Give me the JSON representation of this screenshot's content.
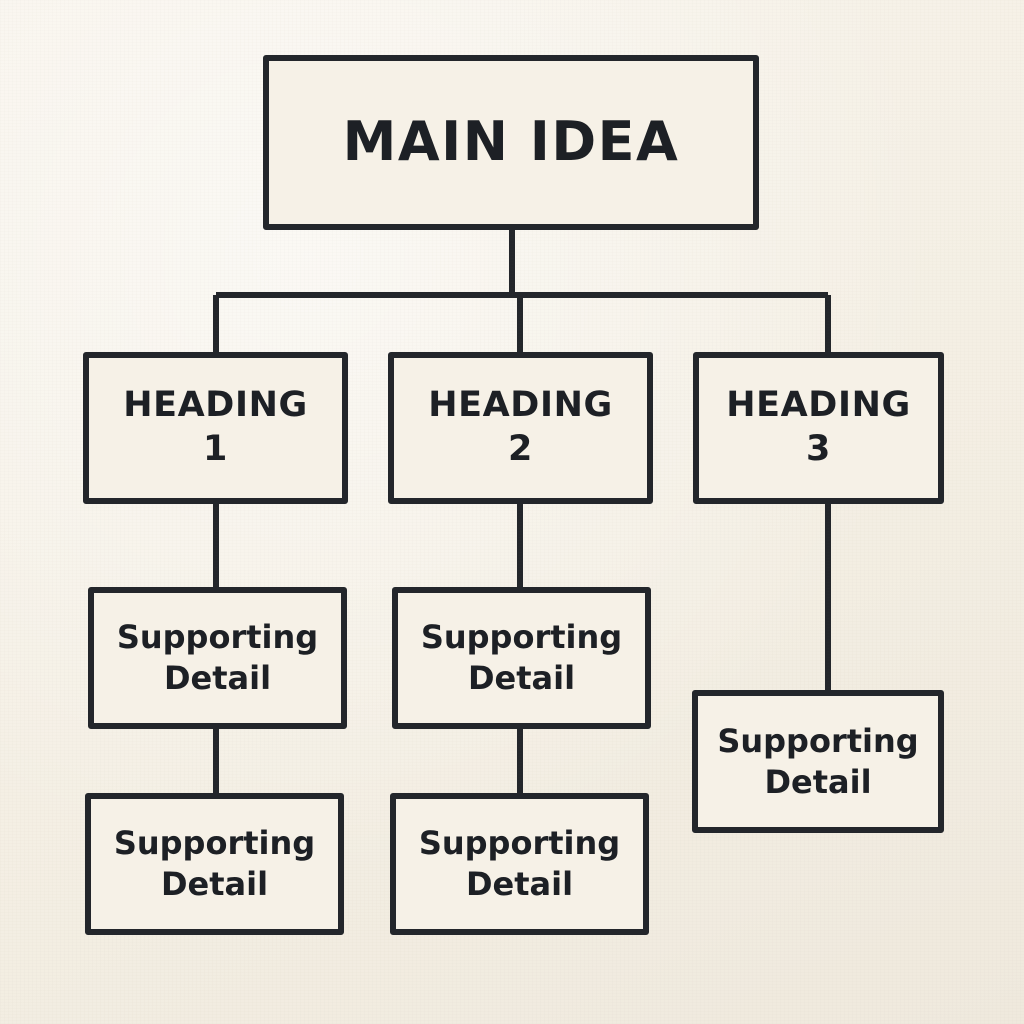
{
  "diagram": {
    "type": "hierarchy-tree",
    "title_node": {
      "id": "main-idea",
      "label": "MAIN IDEA"
    },
    "colors": {
      "background": "#f6f1e7",
      "stroke": "#23262b",
      "text": "#1d2025"
    },
    "branches": [
      {
        "id": "heading-1",
        "label": "HEADING\n1",
        "details": [
          {
            "id": "detail-1-1",
            "label": "Supporting\nDetail"
          },
          {
            "id": "detail-1-2",
            "label": "Supporting\nDetail"
          }
        ]
      },
      {
        "id": "heading-2",
        "label": "HEADING\n2",
        "details": [
          {
            "id": "detail-2-1",
            "label": "Supporting\nDetail"
          },
          {
            "id": "detail-2-2",
            "label": "Supporting\nDetail"
          }
        ]
      },
      {
        "id": "heading-3",
        "label": "HEADING\n3",
        "details": [
          {
            "id": "detail-3-1",
            "label": "Supporting\nDetail"
          }
        ]
      }
    ]
  }
}
